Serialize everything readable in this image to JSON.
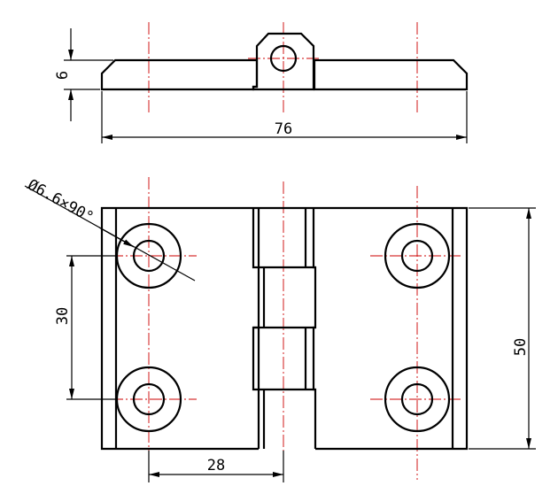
{
  "drawing": {
    "dimensions": {
      "thickness": "6",
      "overall_width": "76",
      "hole_spec": "Ø6.6×90°",
      "hole_pitch": "30",
      "hole_offset": "28",
      "overall_height": "50"
    },
    "colors": {
      "outline": "#000000",
      "centerline": "#cc0000",
      "background": "#ffffff"
    }
  }
}
